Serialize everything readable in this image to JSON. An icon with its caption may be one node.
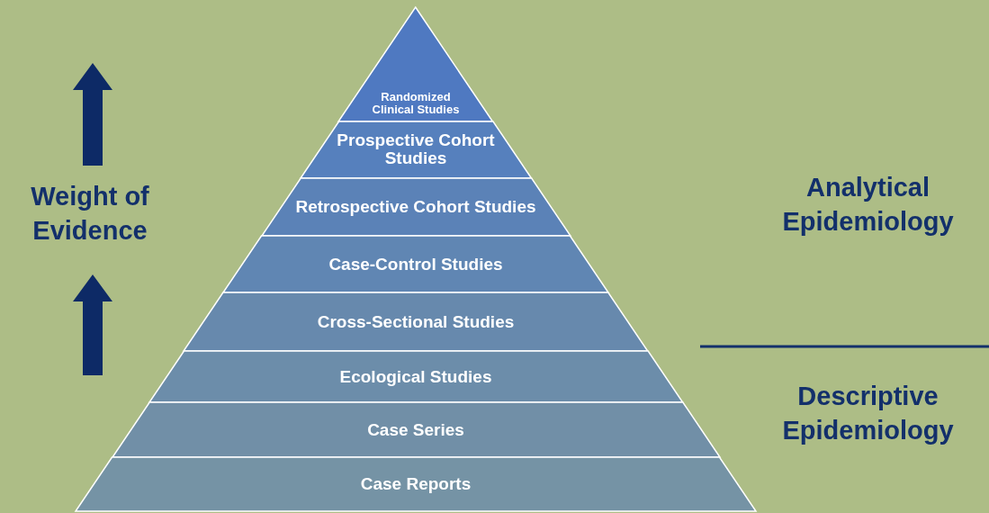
{
  "diagram": {
    "nodes": [
      {
        "text": [
          "Randomized Clinical Studies"
        ]
      },
      {
        "text": [
          "Prospective Cohort Studies"
        ]
      },
      {
        "text": [
          "Retrospective Cohort Studies"
        ]
      },
      {
        "text": [
          "Case-Control Studies"
        ]
      },
      {
        "text": [
          "Cross-Sectional Studies"
        ]
      },
      {
        "text": [
          "Ecological Studies"
        ]
      },
      {
        "text": [
          "Case Series"
        ]
      },
      {
        "text": [
          "Case Reports"
        ]
      }
    ],
    "edges": [],
    "labels": [
      "Weight of Evidence",
      "Analytical Epidemiology",
      "Descriptive Epidemiology"
    ]
  }
}
